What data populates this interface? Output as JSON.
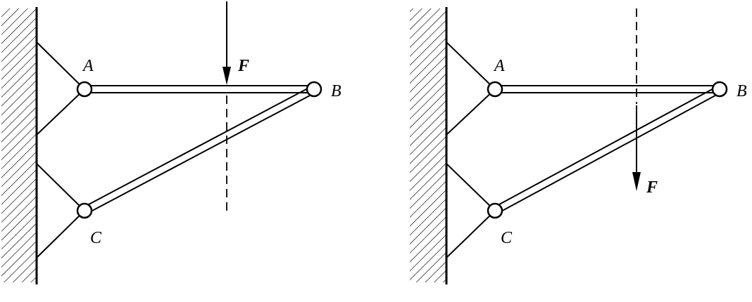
{
  "diagrams": [
    {
      "labels": {
        "a": "A",
        "b": "B",
        "c": "C",
        "force": "F"
      }
    },
    {
      "labels": {
        "a": "A",
        "b": "B",
        "c": "C",
        "force": "F"
      }
    }
  ]
}
